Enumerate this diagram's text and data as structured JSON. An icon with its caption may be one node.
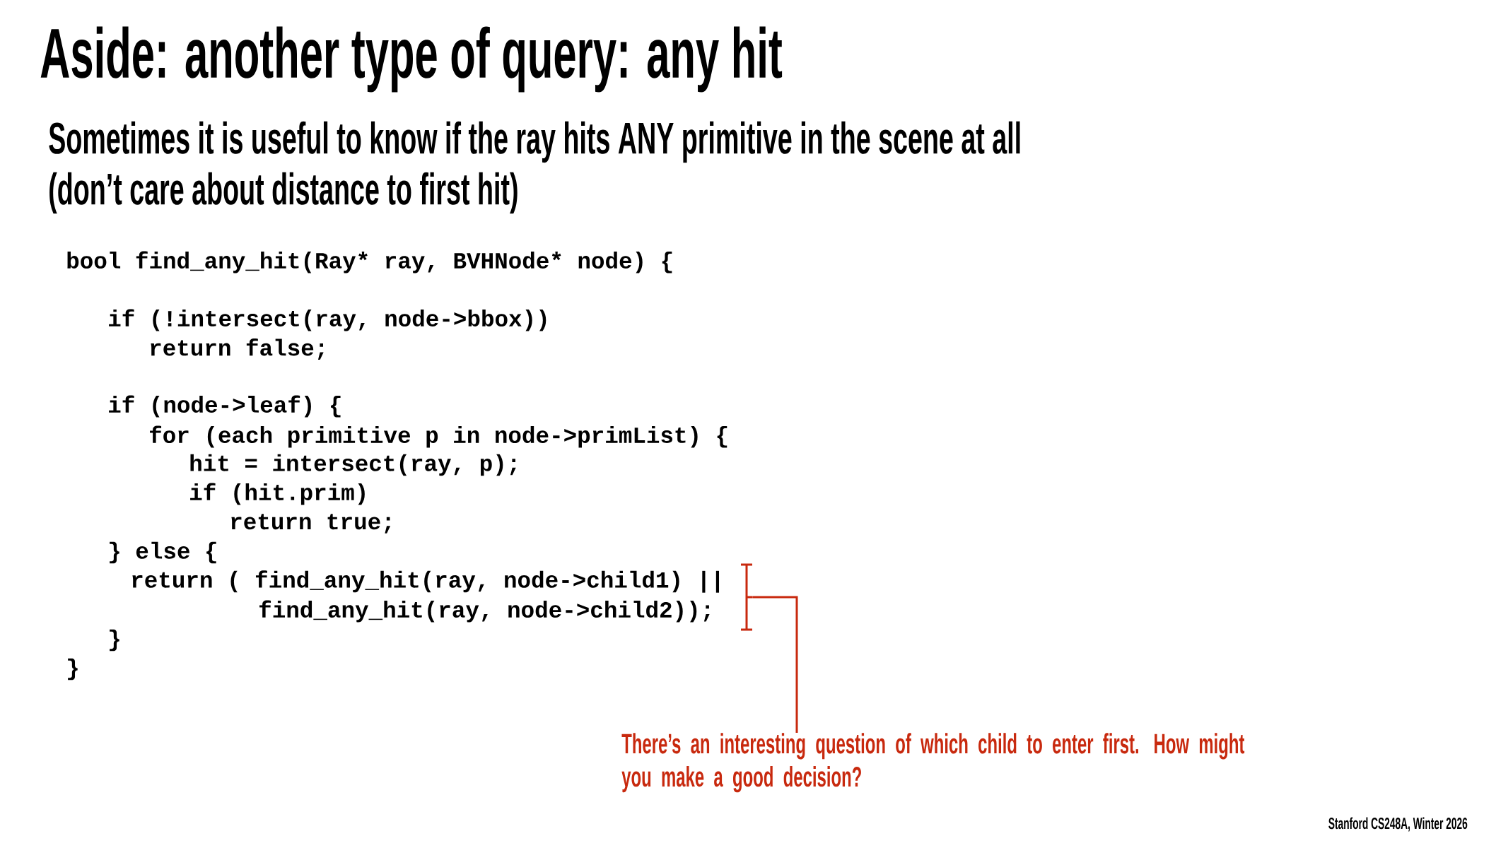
{
  "diagram": {
    "title": "Aside: another type of query: any hit",
    "nodes": [
      {
        "text": [
          "There’s an interesting question of which child to enter first. How might you make a good decision?"
        ]
      },
      {
        "text": [],
        "shape": "bracket"
      }
    ],
    "edges": [
      {
        "from": 0,
        "to": 1,
        "arrow": "none"
      }
    ],
    "labels": [
      "Sometimes it is useful to know if the ray hits ANY primitive in the scene at all",
      "(don’t care about distance to first hit)",
      "bool find_any_hit(Ray* ray, BVHNode* node) {",
      "if (!intersect(ray, node->bbox))",
      "return false;",
      "if (node->leaf) {",
      "for (each primitive p in node->primList) {",
      "hit = intersect(ray, p);",
      "if (hit.prim)",
      "return true;",
      "} else {",
      "return ( find_any_hit(ray, node->child1) ||",
      "find_any_hit(ray, node->child2));",
      "}",
      "}",
      "Stanford CS248A, Winter 2026"
    ]
  }
}
